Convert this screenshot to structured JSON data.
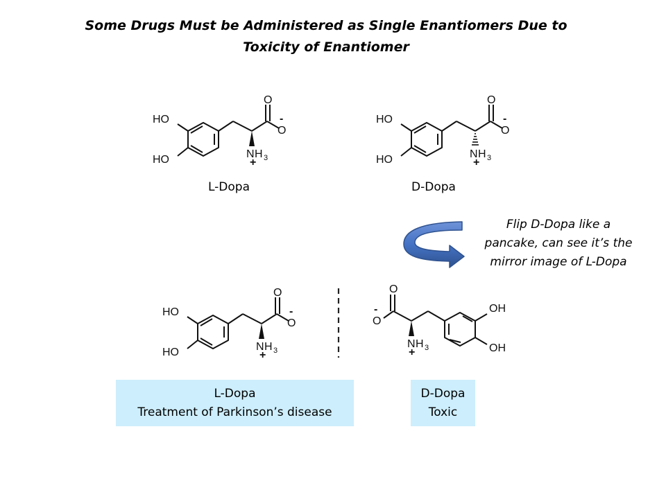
{
  "title": {
    "line1": "Some Drugs Must be Administered as Single Enantiomers Due to",
    "line2": "Toxicity of Enantiomer"
  },
  "atoms": {
    "HO": "HO",
    "OH": "OH",
    "O": "O",
    "N": "N",
    "H": "H",
    "sub3": "3",
    "minus": "-",
    "plus": "+"
  },
  "top": {
    "left_caption": "L-Dopa",
    "right_caption": "D-Dopa"
  },
  "flip_note": {
    "line1": "Flip D-Dopa like a",
    "line2": "pancake, can see it’s the",
    "line3": "mirror image of L-Dopa"
  },
  "boxes": {
    "l_dopa": {
      "line1": "L-Dopa",
      "line2": "Treatment of Parkinson’s disease"
    },
    "d_dopa": {
      "line1": "D-Dopa",
      "line2": "Toxic"
    }
  },
  "colors": {
    "box_fill": "#cdeefc",
    "arrow_fill": "#4472c4",
    "arrow_dark": "#2f528f"
  },
  "icons": {
    "flip_arrow": "curved-arrow-icon"
  }
}
